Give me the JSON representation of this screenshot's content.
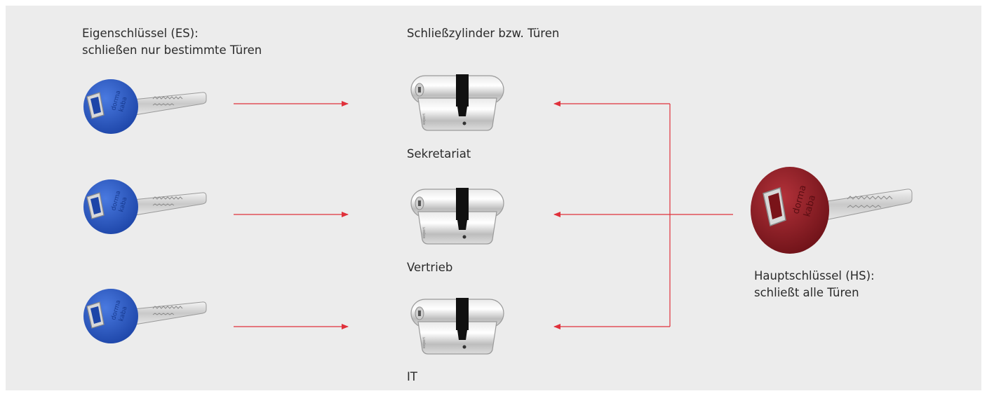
{
  "own_keys": {
    "title_line1": "Eigenschlüssel (ES):",
    "title_line2": "schließen nur bestimmte Türen",
    "count": 3,
    "color": "#2f5fc4"
  },
  "cylinders": {
    "title": "Schließzylinder bzw. Türen",
    "labels": [
      "Sekretariat",
      "Vertrieb",
      "IT"
    ]
  },
  "master_key": {
    "title_line1": "Hauptschlüssel (HS):",
    "title_line2": "schließt alle Türen",
    "color": "#8e1b22"
  },
  "colors": {
    "background": "#ececec",
    "arrow": "#e0313b",
    "text": "#2b2b2b"
  },
  "icons": {
    "own_key": "blue-key-icon",
    "master_key": "red-key-icon",
    "cylinder": "lock-cylinder-icon"
  }
}
